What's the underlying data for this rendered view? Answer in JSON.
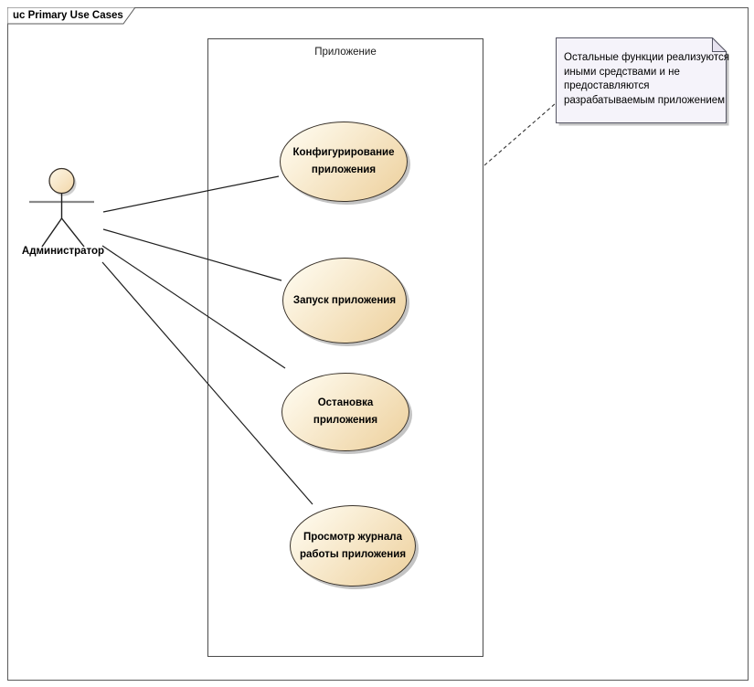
{
  "frame": {
    "label": "uc Primary Use Cases"
  },
  "system_boundary": {
    "label": "Приложение"
  },
  "actor": {
    "label": "Администратор"
  },
  "use_cases": [
    {
      "lines": [
        "Конфигурирование",
        "приложения"
      ]
    },
    {
      "lines": [
        "Запуск приложения"
      ]
    },
    {
      "lines": [
        "Остановка",
        "приложения"
      ]
    },
    {
      "lines": [
        "Просмотр журнала",
        "работы приложения"
      ]
    }
  ],
  "note": {
    "lines": [
      "Остальные функции реализуются",
      "иными средствами и не",
      "предоставляются",
      "разрабатываемым приложением"
    ]
  },
  "colors": {
    "usecase_gradient_start": "#fdf7e7",
    "usecase_gradient_end": "#eed2a0",
    "usecase_border": "#3a332b",
    "shadow_color": "#c4c4c4",
    "note_fill": "#f5f3fa",
    "note_border": "#565664",
    "frame_border": "#5a5a5a",
    "line_color": "#1f1f1f"
  }
}
